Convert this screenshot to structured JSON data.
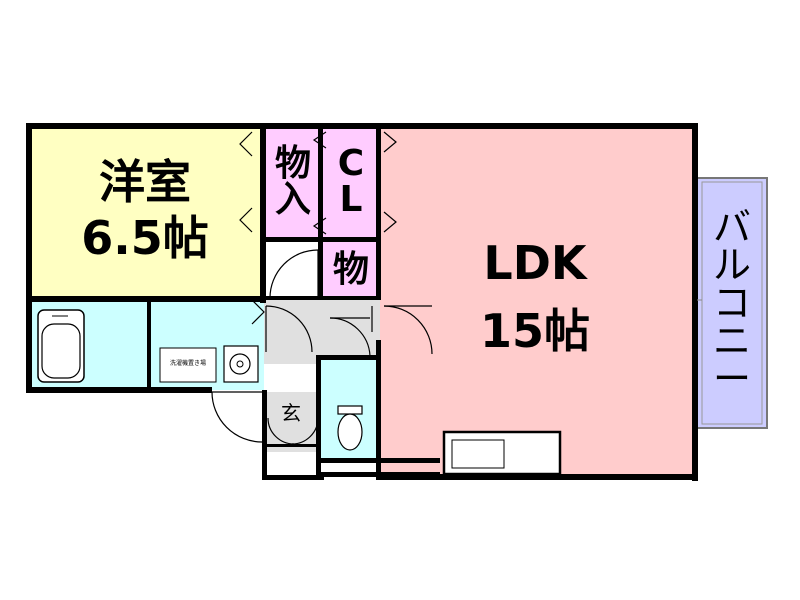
{
  "rooms": {
    "western_room": {
      "name": "洋室",
      "size": "6.5帖",
      "color": "#ffffc2"
    },
    "storage_1": {
      "chars": [
        "物",
        "入"
      ],
      "color": "#ffccff"
    },
    "closet": {
      "chars": [
        "C",
        "L"
      ],
      "color": "#ffccff"
    },
    "storage_2": {
      "label": "物",
      "color": "#ffccff"
    },
    "ldk": {
      "name": "LDK",
      "size": "15帖",
      "color": "#ffcccc"
    },
    "balcony": {
      "chars": [
        "バ",
        "ル",
        "コ",
        "ニ",
        "ー"
      ],
      "color": "#ccccff"
    },
    "entrance": {
      "label": "玄",
      "color": "#e0e0e0"
    },
    "washer": {
      "label": "洗濯機置き場"
    },
    "wet_area_color": "#ccffff"
  }
}
